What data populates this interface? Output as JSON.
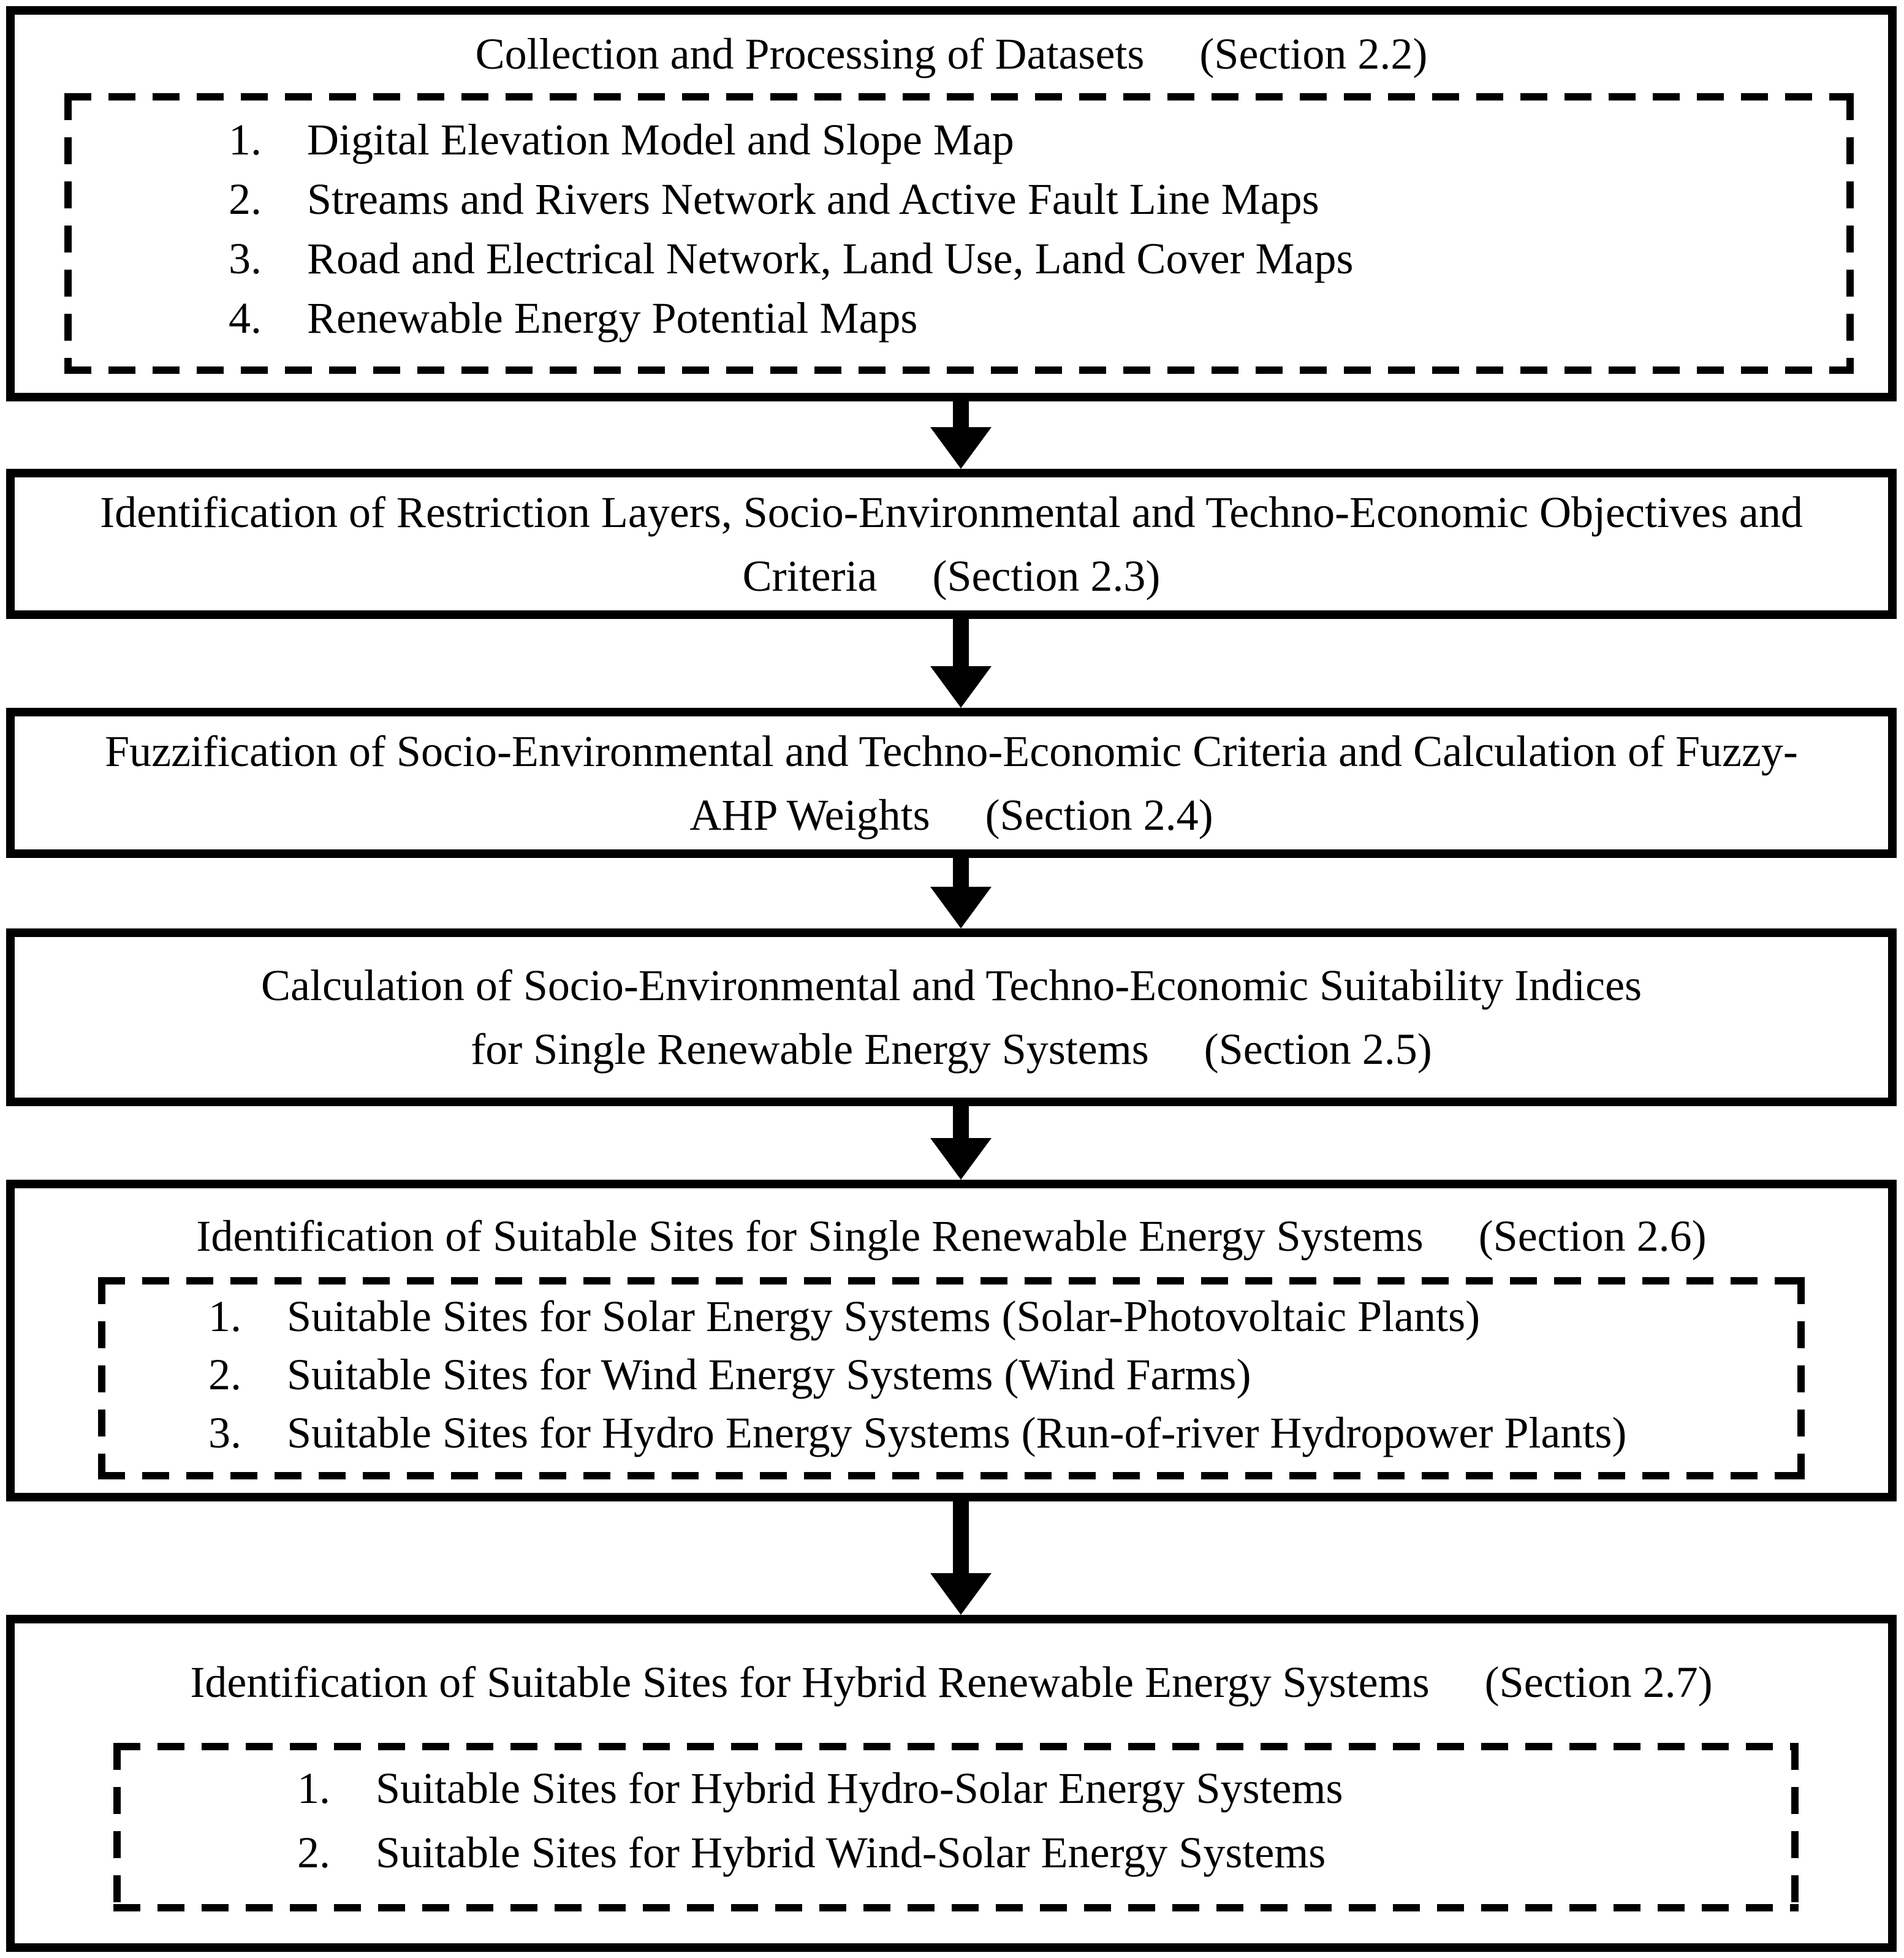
{
  "figure": {
    "colors": {
      "ink": "#000000",
      "background": "#ffffff"
    },
    "boxes": [
      {
        "title": "Collection and Processing of Datasets",
        "section": "(Section 2.2)",
        "items": [
          {
            "num": "1.",
            "text": "Digital Elevation Model and Slope Map"
          },
          {
            "num": "2.",
            "text": "Streams and Rivers Network and Active Fault Line Maps"
          },
          {
            "num": "3.",
            "text": "Road and Electrical Network, Land Use, Land Cover Maps"
          },
          {
            "num": "4.",
            "text": "Renewable Energy Potential Maps"
          }
        ]
      },
      {
        "line1": "Identification of Restriction Layers, Socio-Environmental and Techno-Economic Objectives and",
        "line2": "Criteria",
        "section": "(Section 2.3)"
      },
      {
        "line1": "Fuzzification of Socio-Environmental and Techno-Economic Criteria and Calculation of Fuzzy-",
        "line2": "AHP Weights",
        "section": "(Section 2.4)"
      },
      {
        "line1": "Calculation of Socio-Environmental and Techno-Economic Suitability Indices",
        "line2": "for Single Renewable Energy Systems",
        "section": "(Section 2.5)"
      },
      {
        "title": "Identification of Suitable Sites for Single Renewable Energy Systems",
        "section": "(Section 2.6)",
        "items": [
          {
            "num": "1.",
            "text": "Suitable Sites for Solar Energy Systems (Solar-Photovoltaic Plants)"
          },
          {
            "num": "2.",
            "text": "Suitable Sites for Wind Energy Systems (Wind Farms)"
          },
          {
            "num": "3.",
            "text": "Suitable Sites for Hydro Energy Systems (Run-of-river Hydropower Plants)"
          }
        ]
      },
      {
        "title": "Identification of Suitable Sites for Hybrid Renewable Energy Systems",
        "section": "(Section 2.7)",
        "items": [
          {
            "num": "1.",
            "text": "Suitable Sites for Hybrid Hydro-Solar Energy Systems"
          },
          {
            "num": "2.",
            "text": "Suitable Sites for Hybrid Wind-Solar Energy Systems"
          }
        ]
      }
    ]
  }
}
